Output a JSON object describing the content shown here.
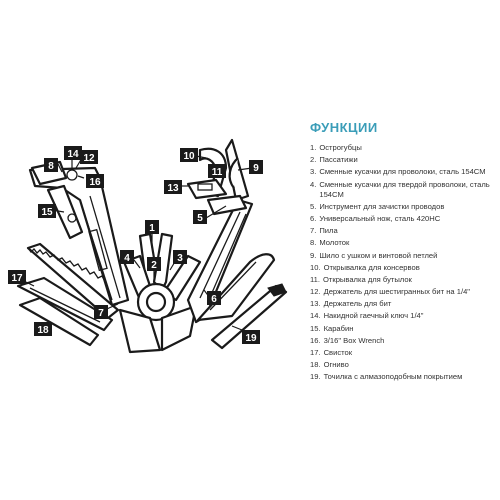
{
  "legend": {
    "title": "ФУНКЦИИ",
    "items": [
      {
        "num": "1.",
        "text": "Острогубцы"
      },
      {
        "num": "2.",
        "text": "Пассатижи"
      },
      {
        "num": "3.",
        "text": "Сменные кусачки для проволоки, сталь 154CM"
      },
      {
        "num": "4.",
        "text": "Сменные кусачки для твердой проволоки, сталь 154CM"
      },
      {
        "num": "5.",
        "text": "Инструмент для зачистки проводов"
      },
      {
        "num": "6.",
        "text": "Универсальный нож, сталь 420HC"
      },
      {
        "num": "7.",
        "text": "Пила"
      },
      {
        "num": "8.",
        "text": "Молоток"
      },
      {
        "num": "9.",
        "text": "Шило с ушком и винтовой петлей"
      },
      {
        "num": "10.",
        "text": "Открывалка для консервов"
      },
      {
        "num": "11.",
        "text": "Открывалка для бутылок"
      },
      {
        "num": "12.",
        "text": "Держатель для шестигранных бит на 1/4\""
      },
      {
        "num": "13.",
        "text": "Держатель для бит"
      },
      {
        "num": "14.",
        "text": "Накидной гаечный ключ 1/4\""
      },
      {
        "num": "15.",
        "text": "Карабин"
      },
      {
        "num": "16.",
        "text": "3/16\" Box Wrench"
      },
      {
        "num": "17.",
        "text": "Свисток"
      },
      {
        "num": "18.",
        "text": "Огниво"
      },
      {
        "num": "19.",
        "text": "Точилка с алмазоподобным покрытием"
      }
    ]
  },
  "badges": [
    {
      "label": "1"
    },
    {
      "label": "2"
    },
    {
      "label": "3"
    },
    {
      "label": "4"
    },
    {
      "label": "5"
    },
    {
      "label": "6"
    },
    {
      "label": "7"
    },
    {
      "label": "8"
    },
    {
      "label": "9"
    },
    {
      "label": "10"
    },
    {
      "label": "11"
    },
    {
      "label": "12"
    },
    {
      "label": "13"
    },
    {
      "label": "14"
    },
    {
      "label": "15"
    },
    {
      "label": "16"
    },
    {
      "label": "17"
    },
    {
      "label": "18"
    },
    {
      "label": "19"
    }
  ],
  "colors": {
    "accent": "#3a9db8",
    "ink": "#1a1a1a",
    "text": "#333333"
  }
}
